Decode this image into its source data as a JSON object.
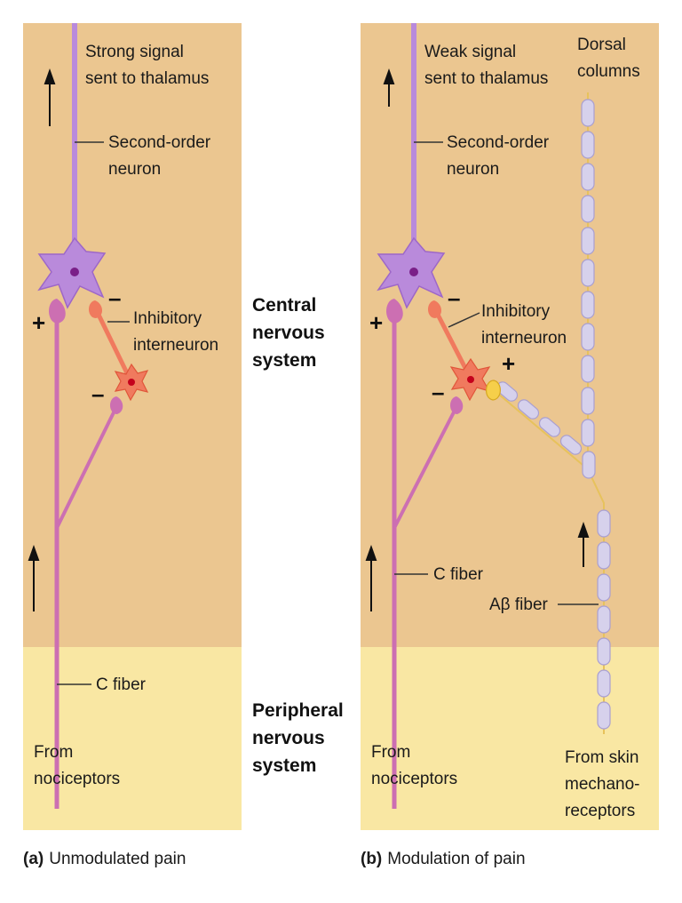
{
  "colors": {
    "cns_bg": "#ebc690",
    "pns_bg": "#f9e7a3",
    "sensory_neuron": "#cc6fb2",
    "second_order_neuron": "#b98adb",
    "interneuron": "#f07a5e",
    "ab_fiber": "#d6d1ec",
    "ab_terminal": "#f6cf4a"
  },
  "regions": {
    "cns": {
      "line1": "Central",
      "line2": "nervous",
      "line3": "system"
    },
    "pns": {
      "line1": "Peripheral",
      "line2": "nervous",
      "line3": "system"
    }
  },
  "panel_a": {
    "caption_letter": "(a)",
    "caption_text": "Unmodulated pain",
    "signal": {
      "line1": "Strong signal",
      "line2": "sent to thalamus"
    },
    "second_order": {
      "line1": "Second-order",
      "line2": "neuron"
    },
    "inhibitory": {
      "line1": "Inhibitory",
      "line2": "interneuron"
    },
    "c_fiber": "C fiber",
    "source": {
      "line1": "From",
      "line2": "nociceptors"
    },
    "sign_excite": "+",
    "sign_inhibit_1": "–",
    "sign_inhibit_2": "–"
  },
  "panel_b": {
    "caption_letter": "(b)",
    "caption_text": "Modulation of pain",
    "signal": {
      "line1": "Weak signal",
      "line2": "sent to thalamus"
    },
    "dorsal": {
      "line1": "Dorsal",
      "line2": "columns"
    },
    "second_order": {
      "line1": "Second-order",
      "line2": "neuron"
    },
    "inhibitory": {
      "line1": "Inhibitory",
      "line2": "interneuron"
    },
    "c_fiber": "C fiber",
    "ab_fiber": "Aβ fiber",
    "source": {
      "line1": "From",
      "line2": "nociceptors"
    },
    "skin_source": {
      "line1": "From skin",
      "line2": "mechano-",
      "line3": "receptors"
    },
    "sign_excite": "+",
    "sign_inhibit_1": "–",
    "sign_excite_2": "+",
    "sign_inhibit_2": "–"
  }
}
